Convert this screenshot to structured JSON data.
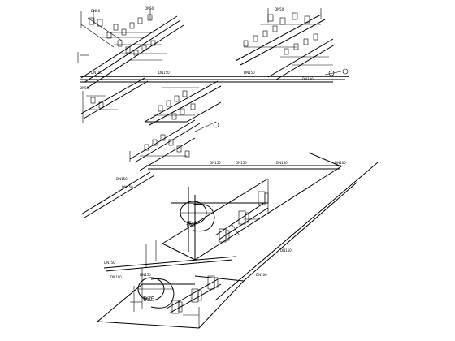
{
  "drawing": {
    "type": "isometric piping / equipment room system diagram",
    "equipment_labels": [
      "锅炉",
      "锅炉"
    ],
    "pipe_size_labels": [
      "DN150",
      "DN150",
      "DN150",
      "DN100",
      "DN150",
      "DN150",
      "DN150",
      "DN100",
      "DN150",
      "DN150",
      "DN150",
      "DN100",
      "DN150",
      "DN150",
      "DN100"
    ],
    "colors": {
      "line": "#000000",
      "background": "#ffffff"
    }
  }
}
